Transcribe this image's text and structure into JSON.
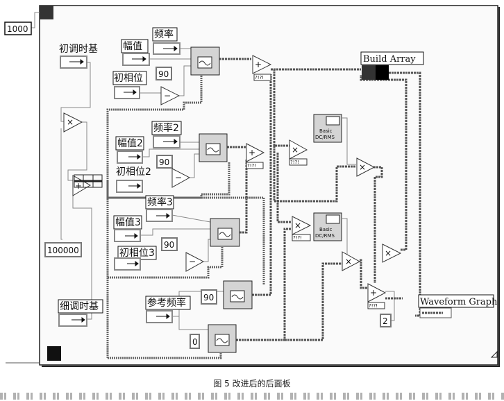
{
  "diagram": {
    "loop_count": "1000",
    "fine_scale": "100000",
    "controls": {
      "coarse_timebase": "初调时基",
      "amplitude": "幅值",
      "frequency": "频率",
      "phase": "初相位",
      "frequency2": "频率2",
      "amplitude2": "幅值2",
      "phase2": "初相位2",
      "frequency3": "频率3",
      "amplitude3": "幅值3",
      "phase3": "初相位3",
      "fine_timebase": "细调时基",
      "reference_frequency": "参考频率"
    },
    "constants": {
      "c90a": "90",
      "c90b": "90",
      "c90c": "90",
      "c90d": "90",
      "zero": "0",
      "two": "2"
    },
    "functions": {
      "build_array": "Build Array",
      "waveform_graph": "Waveform Graph",
      "dcrms_line1": "Basic",
      "dcrms_line2": "DC/RMS",
      "add": "+",
      "subtract": "−",
      "multiply": "×",
      "error_terminal": "?!?!"
    }
  },
  "caption": "图 5  改进后的后面板"
}
